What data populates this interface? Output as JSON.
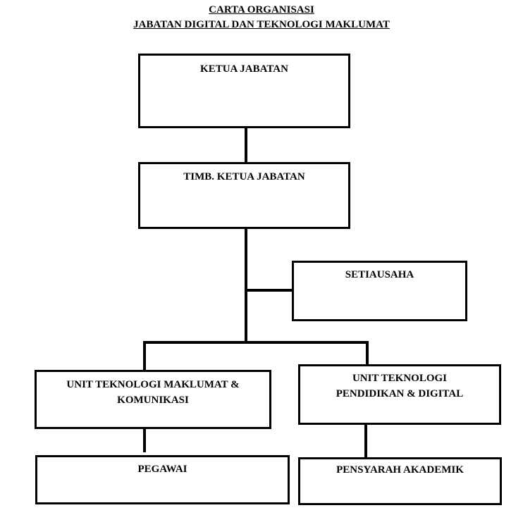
{
  "title": {
    "line1": "CARTA ORGANISASI",
    "line2": "JABATAN DIGITAL DAN TEKNOLOGI MAKLUMAT"
  },
  "boxes": {
    "ketua": "KETUA JABATAN",
    "timb_ketua": "TIMB.  KETUA JABATAN",
    "setiausaha": "SETIAUSAHA",
    "unit_tmk_line1": "UNIT TEKNOLOGI MAKLUMAT &",
    "unit_tmk_line2": "KOMUNIKASI",
    "unit_tpd_line1": "UNIT TEKNOLOGI",
    "unit_tpd_line2": "PENDIDIKAN & DIGITAL",
    "pegawai": "PEGAWAI",
    "pensyarah": "PENSYARAH AKADEMIK"
  }
}
